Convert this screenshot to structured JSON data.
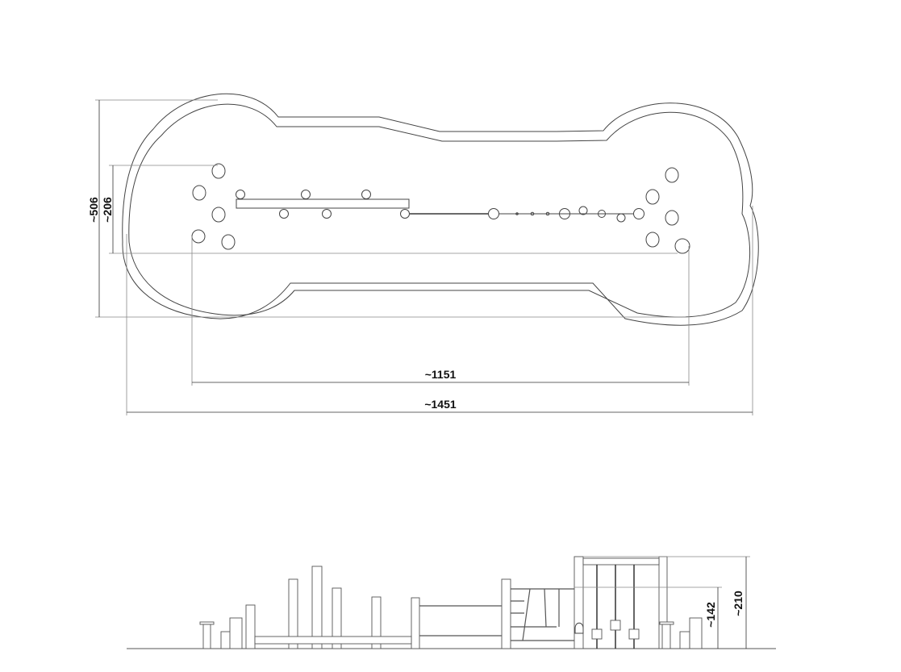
{
  "plan_view": {
    "dim_total_length": "~1451",
    "dim_stones_span": "~1151",
    "dim_total_width": "~506",
    "dim_stones_width": "~206"
  },
  "elevation_view": {
    "dim_total_height": "~210",
    "dim_net_height": "~142"
  },
  "colors": {
    "line": "#444444",
    "background": "#ffffff"
  }
}
